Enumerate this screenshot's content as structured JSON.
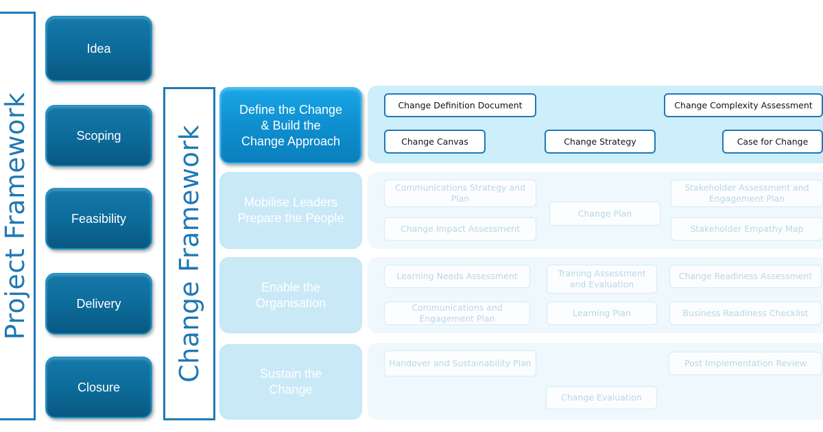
{
  "project_framework": {
    "title": "Project Framework",
    "stages": [
      "Idea",
      "Scoping",
      "Feasibility",
      "Delivery",
      "Closure"
    ]
  },
  "change_framework": {
    "title": "Change Framework",
    "phases": [
      {
        "label_lines": [
          "Define the Change",
          "& Build the",
          "Change Approach"
        ],
        "state": "active",
        "documents": [
          "Change Definition Document",
          "Change Complexity Assessment",
          "Change Canvas",
          "Change Strategy",
          "Case for Change"
        ]
      },
      {
        "label_lines": [
          "Mobilise Leaders",
          "Prepare the People"
        ],
        "state": "inactive",
        "documents": [
          "Communications Strategy and Plan",
          "Change Plan",
          "Stakeholder Assessment and Engagement Plan",
          "Change Impact Assessment",
          "Stakeholder Empathy Map"
        ]
      },
      {
        "label_lines": [
          "Enable the",
          "Organisation"
        ],
        "state": "inactive",
        "documents": [
          "Learning Needs Assessment",
          "Training Assessment and Evaluation",
          "Change Readiness Assessment",
          "Communications and Engagement Plan",
          "Learning Plan",
          "Business Readiness Checklist"
        ]
      },
      {
        "label_lines": [
          "Sustain the",
          "Change"
        ],
        "state": "inactive",
        "documents": [
          "Handover and Sustainability Plan",
          "Post Implementation Review",
          "Change Evaluation"
        ]
      }
    ]
  },
  "colors": {
    "frame_blue": "#1f78b4",
    "project_stage": "#0d6d9c",
    "active_phase": "#0e8fcf",
    "active_band": "#cdeefb",
    "inactive_band": "#eef8fd"
  }
}
